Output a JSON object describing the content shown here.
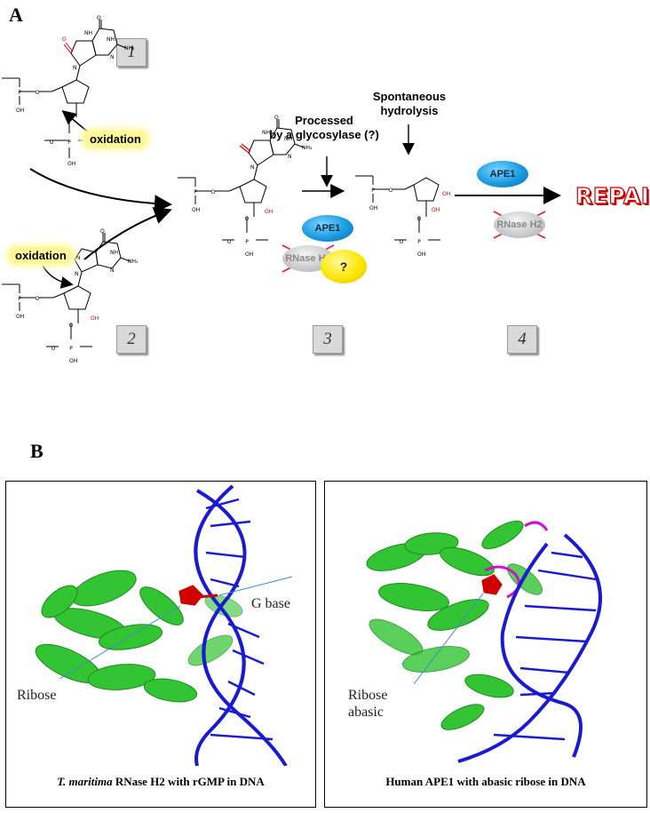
{
  "panel_a": {
    "letter": "A",
    "labels": {
      "oxidation_1": "oxidation",
      "oxidation_2": "oxidation",
      "processed": "Processed\nby a glycosylase (?)",
      "spontaneous": "Spontaneous\nhydrolysis",
      "repair": "REPAIR"
    },
    "steps": [
      "1",
      "2",
      "3",
      "4"
    ],
    "enzymes": {
      "ape1": "APE1",
      "rnase_h2": "RNase H2",
      "unknown": "?"
    },
    "atoms": {
      "nh": "NH",
      "n": "N",
      "o": "O",
      "nh2": "NH₂",
      "h": "H",
      "p": "P",
      "oh": "OH"
    }
  },
  "panel_b": {
    "letter": "B",
    "left": {
      "caption_species": "T. maritima",
      "caption_rest": " RNase H2 with rGMP in DNA",
      "annot_g_base": "G base",
      "annot_ribose": "Ribose"
    },
    "right": {
      "caption": "Human APE1 with abasic ribose in DNA",
      "annot_ribose": "Ribose",
      "annot_abasic": "abasic"
    }
  },
  "colors": {
    "protein_green": "#33c433",
    "dna_blue": "#1a1ad0",
    "ligand_red": "#d00000",
    "loop_magenta": "#d010d0",
    "highlight_yellow": "#fff79a",
    "repair_red": "#cc0000"
  }
}
